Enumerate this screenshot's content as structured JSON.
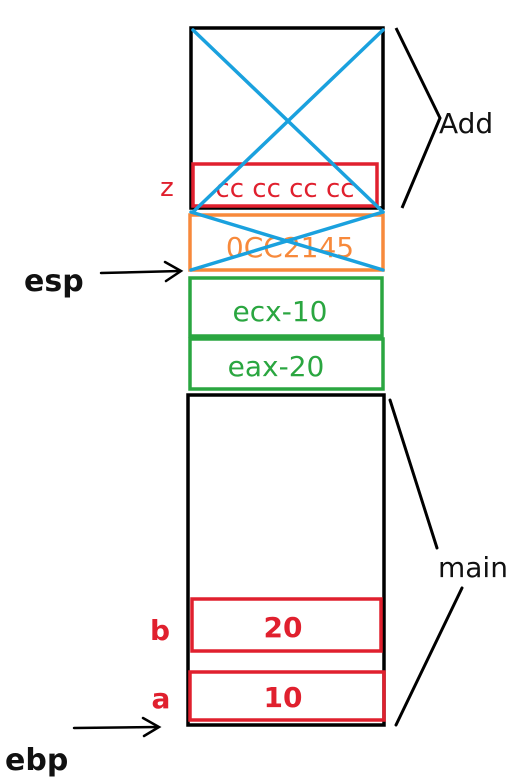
{
  "diagram": {
    "frames": {
      "add": {
        "label": "Add"
      },
      "main": {
        "label": "main"
      }
    },
    "cells": {
      "z": {
        "label": "z",
        "value": "cc cc cc cc"
      },
      "ret": {
        "value": "0CC2145"
      },
      "ecx": {
        "value": "ecx-10"
      },
      "eax": {
        "value": "eax-20"
      },
      "b": {
        "label": "b",
        "value": "20"
      },
      "a": {
        "label": "a",
        "value": "10"
      }
    },
    "pointers": {
      "esp": {
        "label": "esp"
      },
      "ebp": {
        "label": "ebp"
      }
    },
    "colors": {
      "frame": "#000000",
      "red": "#e0202e",
      "orange": "#f7893b",
      "green": "#2aa640",
      "cross": "#1aa1de"
    }
  }
}
